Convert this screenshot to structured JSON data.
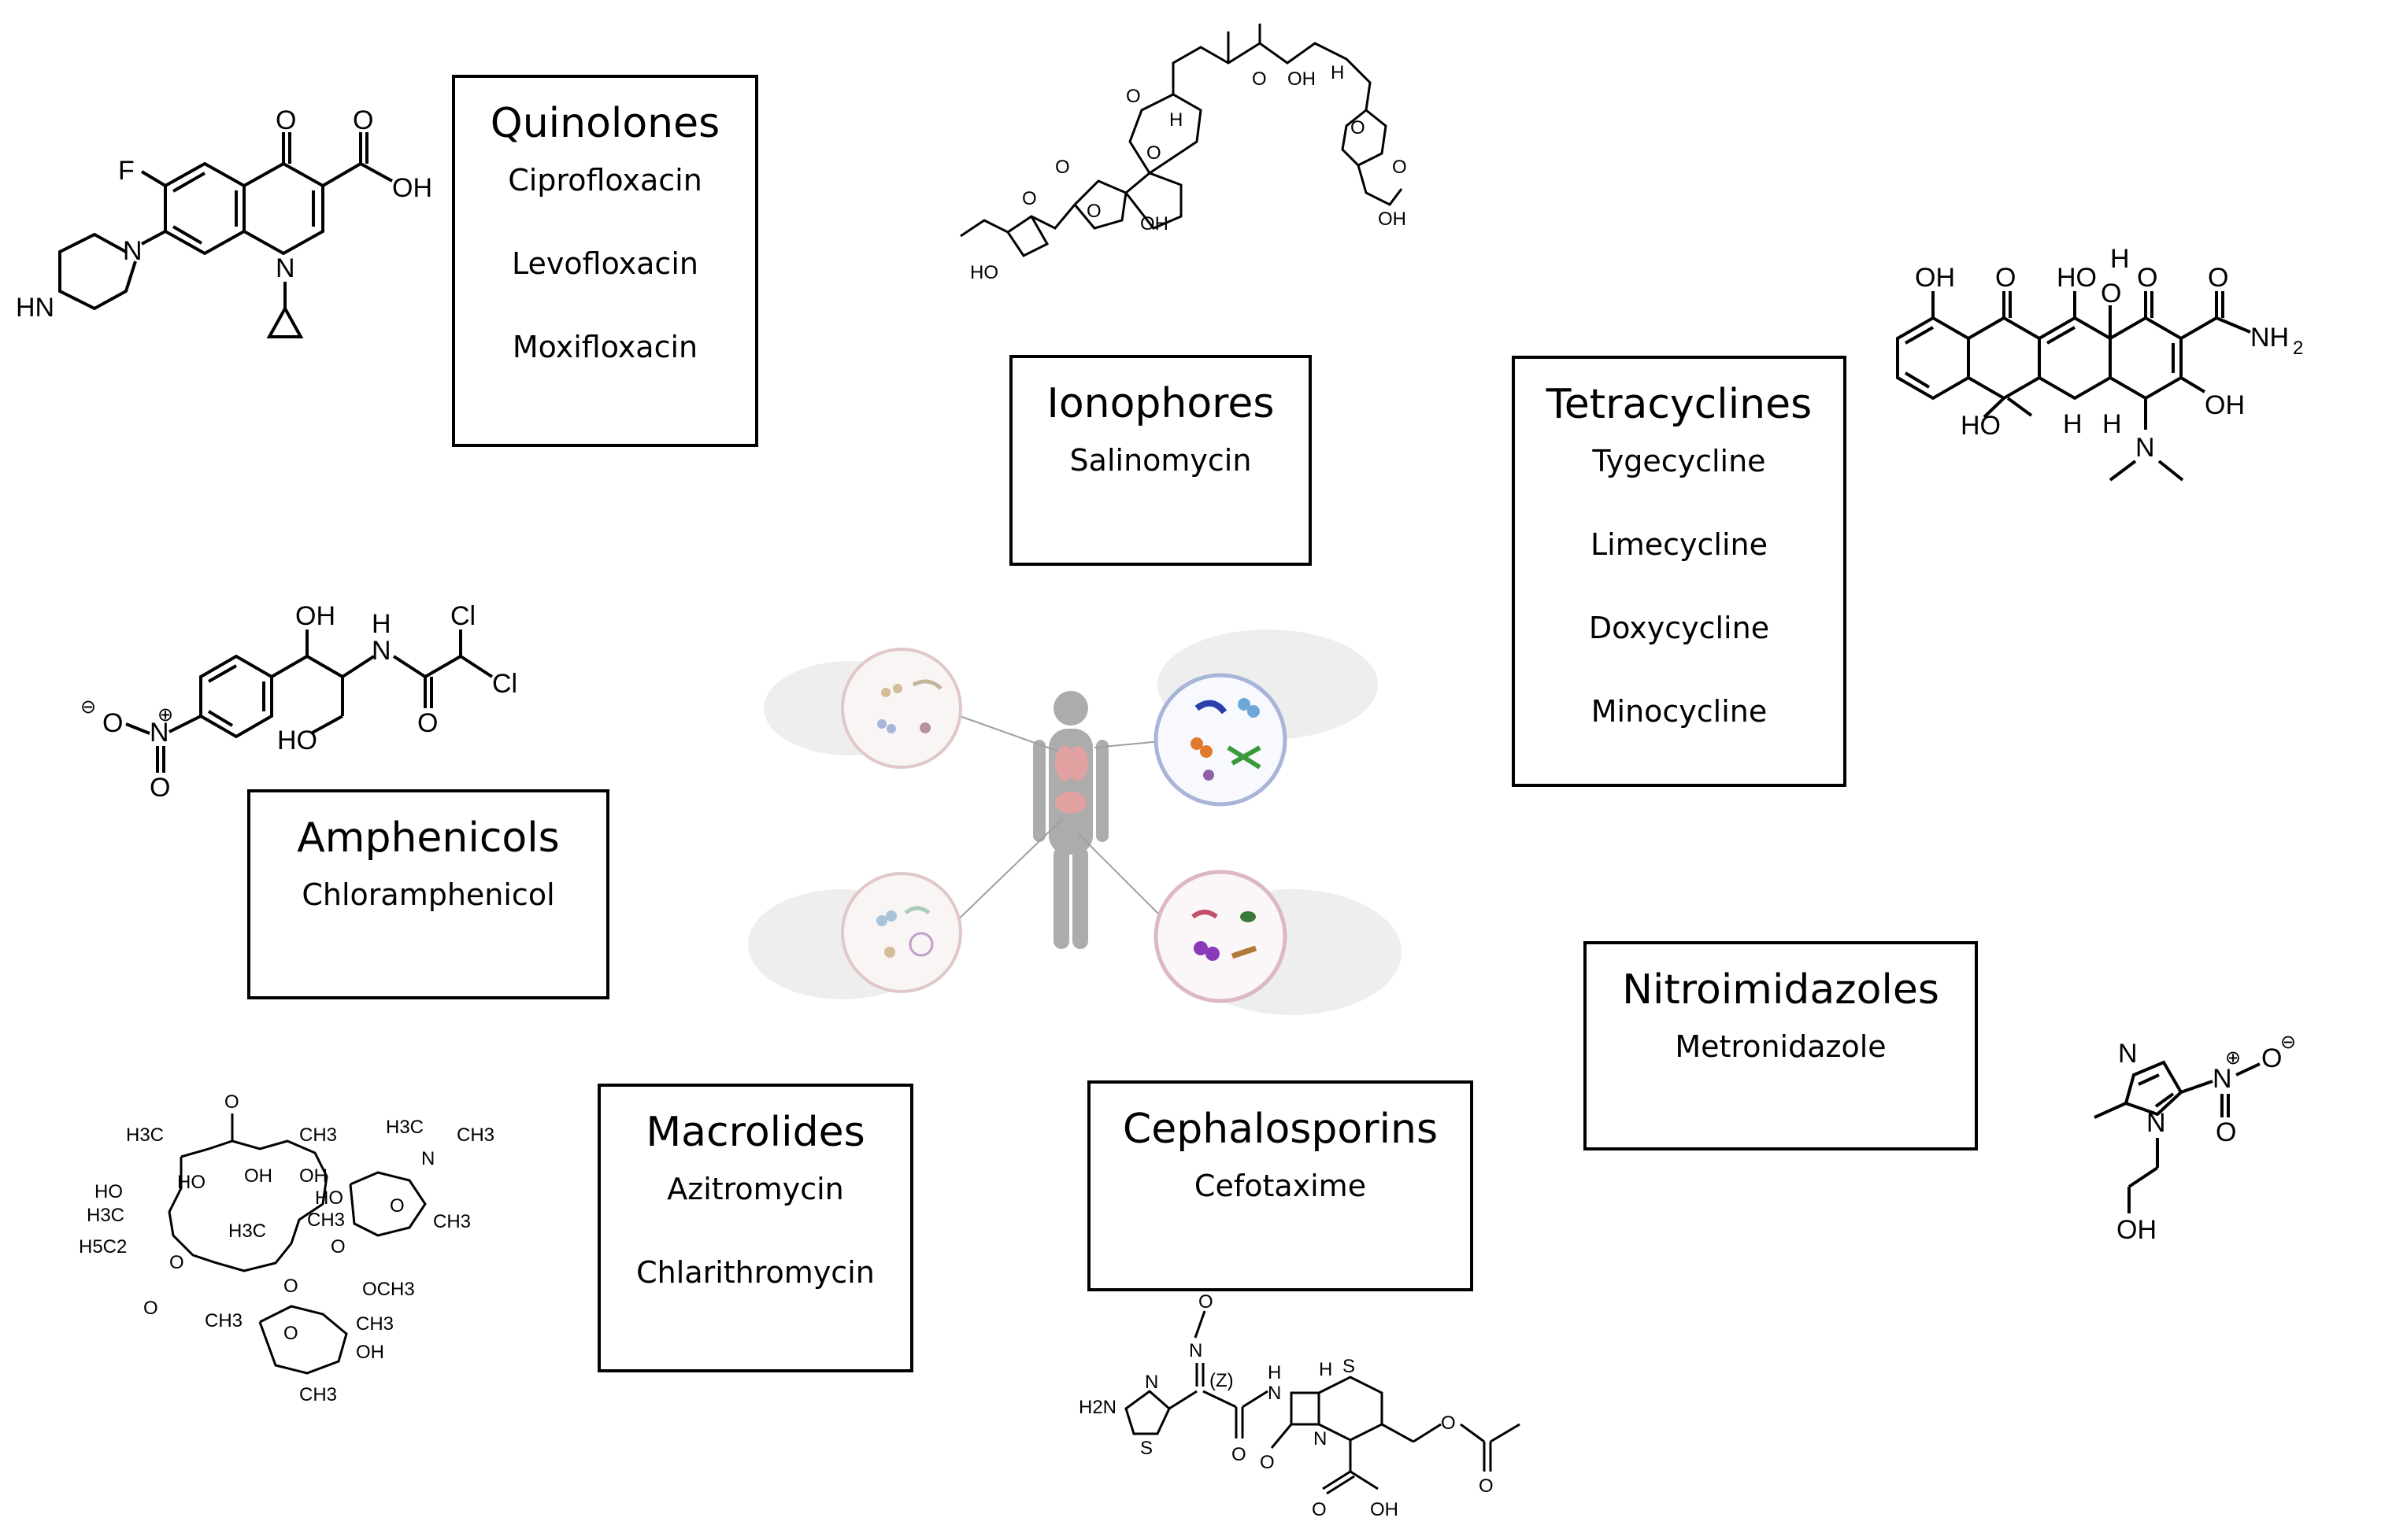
{
  "classes": {
    "quinolones": {
      "title": "Quinolones",
      "drugs": [
        "Ciprofloxacin",
        "Levofloxacin",
        "Moxifloxacin"
      ]
    },
    "ionophores": {
      "title": "Ionophores",
      "drugs": [
        "Salinomycin"
      ]
    },
    "tetracyclines": {
      "title": "Tetracyclines",
      "drugs": [
        "Tygecycline",
        "Limecycline",
        "Doxycycline",
        "Minocycline"
      ]
    },
    "amphenicols": {
      "title": "Amphenicols",
      "drugs": [
        "Chloramphenicol"
      ]
    },
    "nitroimidazoles": {
      "title": "Nitroimidazoles",
      "drugs": [
        "Metronidazole"
      ]
    },
    "macrolides": {
      "title": "Macrolides",
      "drugs": [
        "Azitromycin",
        "Chlarithromycin"
      ]
    },
    "cephalosporins": {
      "title": "Cephalosporins",
      "drugs": [
        "Cefotaxime"
      ]
    }
  },
  "atom_labels": {
    "quinolone": [
      "F",
      "O",
      "O",
      "OH",
      "N",
      "HN",
      "N"
    ],
    "salinomycin": [
      "O",
      "O",
      "OH",
      "H",
      "H",
      "O",
      "O",
      "O",
      "O",
      "O",
      "OH",
      "HO",
      "O",
      "OH"
    ],
    "tetracycline": [
      "OH",
      "O",
      "HO",
      "H",
      "O",
      "O",
      "O",
      "NH",
      "2",
      "HO",
      "H",
      "H",
      "OH",
      "N"
    ],
    "chloramphenicol": [
      "OH",
      "H",
      "N",
      "Cl",
      "Cl",
      "O",
      "HO",
      "O",
      "N",
      "O",
      "⊖",
      "⊕"
    ],
    "metronidazole": [
      "N",
      "N",
      "N",
      "O",
      "O",
      "OH",
      "⊕",
      "⊖"
    ],
    "macrolide": [
      "O",
      "H3C",
      "CH3",
      "HO",
      "HO",
      "OH",
      "OH",
      "H3C",
      "CH3",
      "H3C",
      "N",
      "CH3",
      "H3C",
      "HO",
      "O",
      "O",
      "CH3",
      "O",
      "O",
      "H5C2",
      "O",
      "OCH3",
      "CH3",
      "OH",
      "CH3",
      "CH3",
      "O"
    ],
    "cefotaxime": [
      "O",
      "N",
      "H2N",
      "N",
      "S",
      "(Z)",
      "H",
      "N",
      "O",
      "H",
      "S",
      "N",
      "O",
      "O",
      "O",
      "O",
      "OH"
    ]
  },
  "illustration": {
    "description_icon": "human-microbiome-icon"
  },
  "colors": {
    "line": "#000000",
    "box_border": "#000000",
    "background": "#ffffff"
  }
}
